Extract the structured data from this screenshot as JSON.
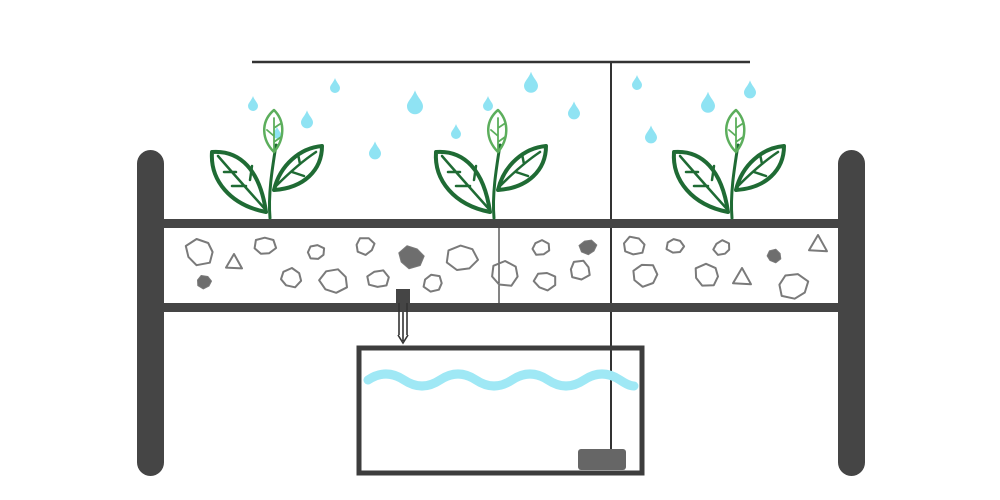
{
  "diagram": {
    "subject": "hydroponic-growing-system",
    "colors": {
      "frame": "#454545",
      "bed_outline": "#3d3d3d",
      "stone": "#7a7a7a",
      "stone_filled": "#6e6e6e",
      "pipe": "#333333",
      "water": "#9fe8f5",
      "droplet": "#8fe3f3",
      "plant_dark": "#1f6b34",
      "plant_light": "#5cae5c",
      "pump": "#666666",
      "background": "#ffffff"
    },
    "components": [
      {
        "name": "left-support-post",
        "icon": "post-icon"
      },
      {
        "name": "right-support-post",
        "icon": "post-icon"
      },
      {
        "name": "grow-bed",
        "icon": "grow-bed-icon"
      },
      {
        "name": "growing-medium",
        "icon": "gravel-icon"
      },
      {
        "name": "plants",
        "icon": "sprout-icon",
        "count": 3
      },
      {
        "name": "water-droplets",
        "icon": "droplet-icon"
      },
      {
        "name": "drain-pipe",
        "icon": "arrow-down-icon"
      },
      {
        "name": "reservoir-tank",
        "icon": "tank-icon"
      },
      {
        "name": "water-surface",
        "icon": "wave-icon"
      },
      {
        "name": "submersible-pump",
        "icon": "pump-icon"
      },
      {
        "name": "feed-line",
        "icon": "pipe-icon"
      }
    ]
  }
}
